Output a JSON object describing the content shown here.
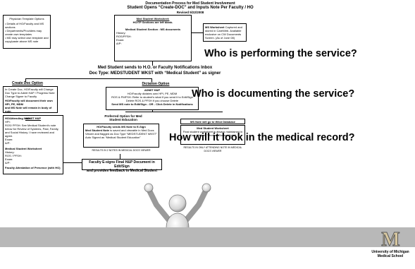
{
  "title": {
    "line1": "Documentation Process for Med Student Involvement",
    "line2": "Student Opens “Create-DOC” and Inputs Note Per Faculty / HO",
    "line3": "Revised 5/22/2008"
  },
  "physician_options": {
    "title": "Physician Template Options",
    "items": [
      "• Details of HO/Faculty and MS sections",
      "• Departments/Providers may create own templates",
      "• MD may select own template and copy/paste above MS note"
    ]
  },
  "worksheet_top": {
    "title": "Med Student Worksheet:",
    "line1": "HO/TP Sections are left blank.",
    "line2": "Medical Student Section : MS documents",
    "fields": [
      "History:",
      "ROS/PFSH:",
      "Exam:",
      "A/P:"
    ]
  },
  "ms_worksheet_right": {
    "title": "MS Worksheet",
    "text": "Captured and stored in CareWeb. Available exclusive on CW Documents Screen. (As of June 08)"
  },
  "sends_note": "Med Student sends to H.O. or Faculty Notifications Inbox",
  "doc_type": "Doc Type:  MEDSTUDENT WKST with “Medical Student” as signer",
  "create_doc": {
    "title": "Create Doc Option",
    "text": "In Create Doc, HO/Faculty will Change Doc Type to Admit H&P / Progress Note  Change Signer to Faculty",
    "text2": "HO/Faculty will document their own HPI, PE, MDM",
    "text3": "and MS Note will remain in body of note."
  },
  "dictation": {
    "title": "Dictation Option",
    "header": "ADMIT H&P",
    "text1": "HO/Faculty dictates own HPI, PE, MDM",
    "text2": "ROS & PMFSH: Refer to student’s what if you send it to Edit/Sign",
    "text3": "Delete ROS & PFSH if you choose Delete",
    "text4": "Send MS note to Edit/Sign - OR - Click Delete in Notifications"
  },
  "left_note": {
    "header": "HO/Attending Note",
    "header2": "ADMIT H&P",
    "lines": [
      "HPI:",
      "ROS/ PFSH: See Medical Student’s note below for Review of Systems, Past, Family, and Social History.  I have reviewed and agree.",
      "Exam:",
      "A/P:"
    ],
    "worksheet_title": "Medical Student Worksheet",
    "worksheet_lines": [
      "History:",
      "ROS / PFSH:",
      "Exam:",
      "A/P:"
    ],
    "attestation": "Faculty Attestation of Presence (with HO)"
  },
  "preferred": {
    "title": "Preferred Option for Med Student Education",
    "box_title": "HO/Faculty sends MS Note to E-Sign",
    "text1": "Med Student Note",
    "text2": "is saved and viewable in Med Docs Viewer and flagged as Doc Type “MEDSTUDENT WKST”",
    "text3": "Auto Signed as “Medical Student Education”",
    "result": "RESULTS IN 2 NOTES IN MEDICAL DOCS VIEWER"
  },
  "ms_not_go": {
    "title": "MS Note will go to Wkst Database",
    "box_title": "Med Student Worksheet",
    "text": "Final student worksheet is always maintained in Care Web as “Medical Student Note”",
    "result": "RESULTS IN ONLY ATTENDING NOTE IN MEDICAL DOCS VIEWER"
  },
  "final_box": {
    "line1": "Faculty E-signs Final H&P Document in Edit/Sign",
    "line2": "and provides feedback to Medical Student"
  },
  "questions": [
    "Who is performing the service?",
    "Who is documenting the service?",
    "How will it look in the medical record?"
  ],
  "logo": {
    "letter": "M",
    "line1": "University of Michigan",
    "line2": "Medical School"
  },
  "colors": {
    "background": "#ffffff",
    "band": "#b8b8b8",
    "maize": "#d8c8a0",
    "text": "#000000"
  }
}
